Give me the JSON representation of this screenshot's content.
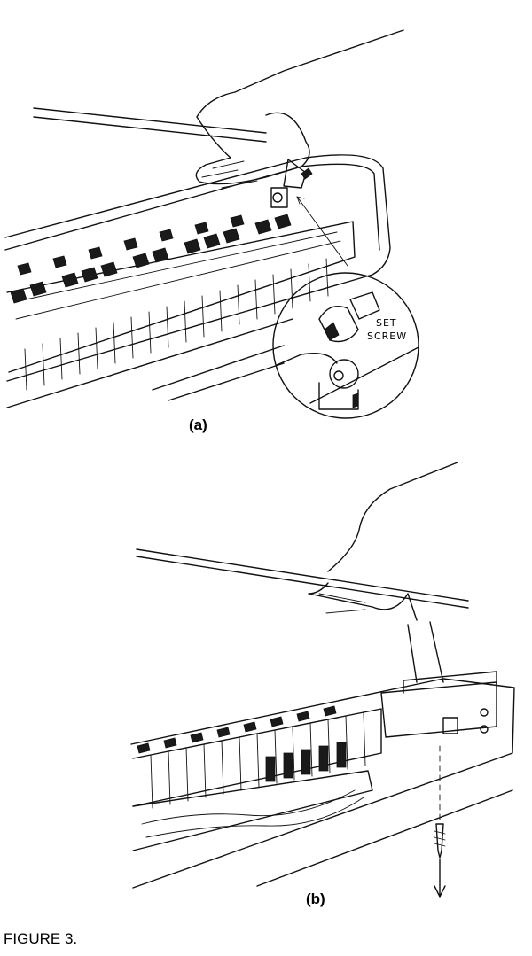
{
  "panel_a": {
    "label": "(a)",
    "callout_line1": "SET",
    "callout_line2": "SCREW"
  },
  "panel_b": {
    "label": "(b)"
  },
  "figure_caption": "FIGURE 3.",
  "icons": [
    "hand-icon",
    "set-screw-icon",
    "wood-screw-icon",
    "down-arrow-icon"
  ],
  "colors": {
    "ink": "#111111",
    "paper": "#ffffff"
  }
}
